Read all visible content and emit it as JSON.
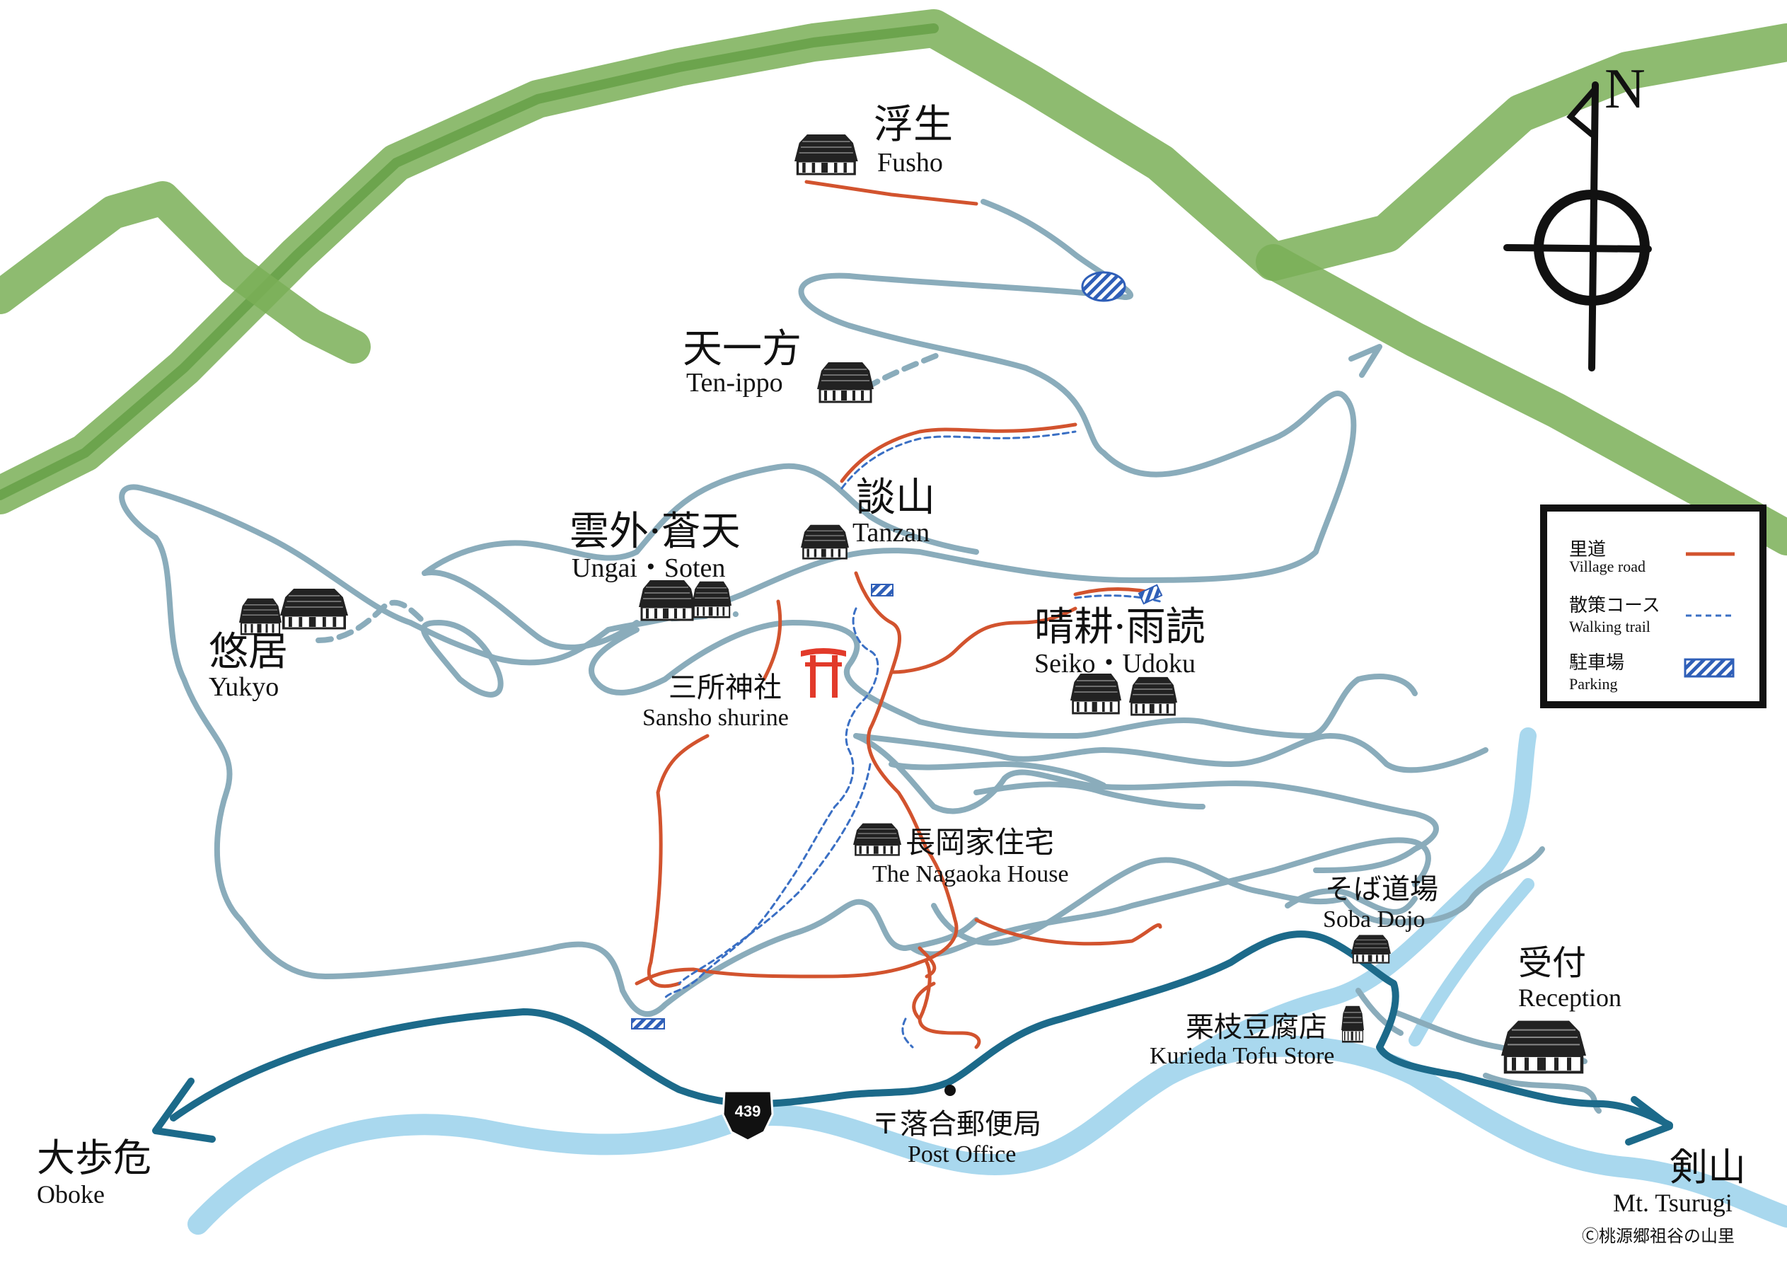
{
  "colors": {
    "mountain": "#7aaf57",
    "village_road": "#d2532e",
    "walking_trail": "#3a6fc4",
    "local_road": "#8aacbb",
    "highway": "#1c6a8a",
    "river": "#a9d8ee",
    "parking": "#2f5fb8",
    "shrine": "#e23a2a",
    "ink": "#111111"
  },
  "compass": {
    "north_label": "N",
    "icon": "compass-icon"
  },
  "places": {
    "fusho": {
      "jp": "浮生",
      "en": "Fusho"
    },
    "tenippo": {
      "jp": "天一方",
      "en": "Ten-ippo"
    },
    "tanzan": {
      "jp": "談山",
      "en": "Tanzan"
    },
    "ungai_soten": {
      "jp": "雲外·蒼天",
      "en": "Ungai・Soten"
    },
    "yukyo": {
      "jp": "悠居",
      "en": "Yukyo"
    },
    "sansho": {
      "jp": "三所神社",
      "en": "Sansho shurine"
    },
    "seiko_udoku": {
      "jp": "晴耕·雨読",
      "en": "Seiko・Udoku"
    },
    "nagaoka": {
      "jp": "長岡家住宅",
      "en": "The Nagaoka House"
    },
    "soba": {
      "jp": "そば道場",
      "en": "Soba Dojo"
    },
    "reception": {
      "jp": "受付",
      "en": "Reception"
    },
    "kurieda": {
      "jp": "栗枝豆腐店",
      "en": "Kurieda Tofu Store"
    },
    "post_office": {
      "jp": "〒落合郵便局",
      "en": "Post Office"
    },
    "oboke": {
      "jp": "大歩危",
      "en": "Oboke"
    },
    "tsurugi": {
      "jp": "剣山",
      "en": "Mt. Tsurugi"
    }
  },
  "route_number": "439",
  "legend": {
    "items": [
      {
        "jp": "里道",
        "en": "Village road"
      },
      {
        "jp": "散策コース",
        "en": "Walking trail"
      },
      {
        "jp": "駐車場",
        "en": "Parking"
      }
    ]
  },
  "copyright": "Ⓒ桃源郷祖谷の山里"
}
